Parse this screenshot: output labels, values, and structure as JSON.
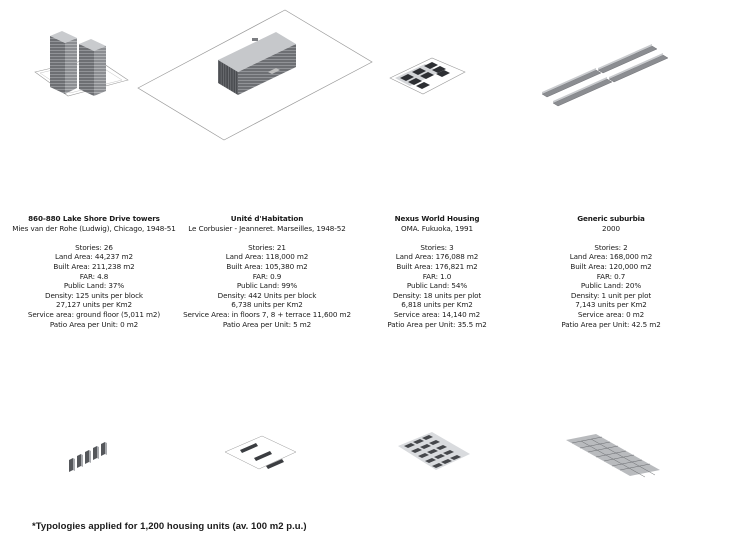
{
  "columns": [
    {
      "title": "860-880 Lake Shore Drive towers",
      "subtitle": "Mies van der Rohe (Ludwig), Chicago, 1948-51",
      "stats": [
        "Stories: 26",
        "Land Area: 44,237 m2",
        "Built Area: 211,238 m2",
        "FAR: 4.8",
        "Public Land: 37%",
        "Density: 125 units per block",
        "27,127 units per Km2",
        "Service area: ground floor (5,011 m2)",
        "Patio Area per Unit: 0 m2"
      ]
    },
    {
      "title": "Unité d'Habitation",
      "subtitle": "Le Corbusier - Jeanneret. Marseilles, 1948-52",
      "stats": [
        "Stories: 21",
        "Land Area: 118,000 m2",
        "Built Area: 105,380 m2",
        "FAR: 0.9",
        "Public Land: 99%",
        "Density: 442 Units per block",
        "6,738 units per Km2",
        "Service Area: in floors 7, 8 + terrace 11,600 m2",
        "Patio Area per Unit: 5 m2"
      ]
    },
    {
      "title": "Nexus World Housing",
      "subtitle": "OMA. Fukuoka, 1991",
      "stats": [
        "Stories: 3",
        "Land Area: 176,088 m2",
        "Built Area: 176,821 m2",
        "FAR: 1.0",
        "Public Land: 54%",
        "Density: 18 units per plot",
        "6,818 units per Km2",
        "Service area: 14,140 m2",
        "Patio Area per Unit: 35.5 m2"
      ]
    },
    {
      "title": "Generic suburbia",
      "subtitle": "2000",
      "stats": [
        "Stories: 2",
        "Land Area: 168,000 m2",
        "Built Area: 120,000 m2",
        "FAR: 0.7",
        "Public Land: 20%",
        "Density: 1 unit per plot",
        "7,143 units per Km2",
        "Service area: 0 m2",
        "Patio Area per Unit: 42.5 m2"
      ]
    }
  ],
  "footnote": "*Typologies applied for 1,200 housing units (av. 100 m2 p.u.)"
}
